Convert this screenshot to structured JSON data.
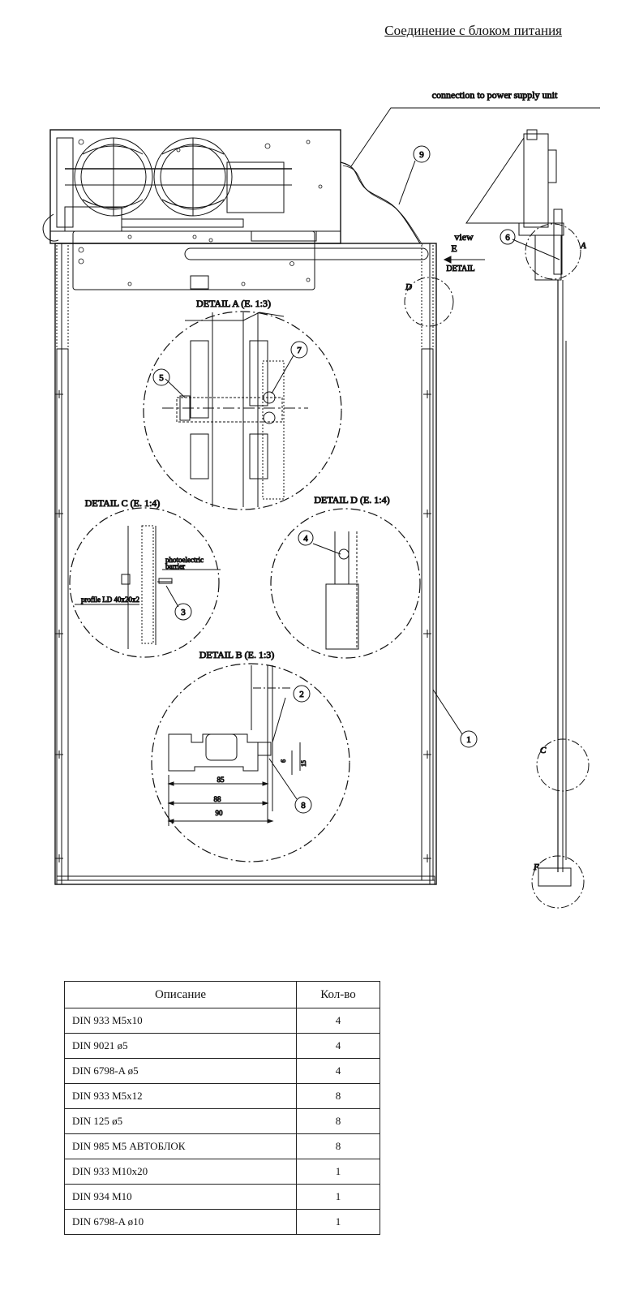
{
  "heading": "Соединение с блоком питания",
  "callout_power": "connection to power supply unit",
  "view": {
    "line1": "view",
    "line2": "E",
    "line3": "DETAIL"
  },
  "details": {
    "a": "DETAIL A (E. 1:3)",
    "b": "DETAIL B (E. 1:3)",
    "c": "DETAIL C (E. 1:4)",
    "d": "DETAIL D (E. 1:4)"
  },
  "detail_letters": {
    "a": "A",
    "c": "C",
    "d": "D",
    "f": "F"
  },
  "notes": {
    "photo1": "photoelectric",
    "photo2": "barrier",
    "profile": "profile LD 40x20x2"
  },
  "dimensions": {
    "d85": "85",
    "d88": "88",
    "d90": "90",
    "d6": "6",
    "d15": "15"
  },
  "balloons": {
    "b1": "1",
    "b2": "2",
    "b3": "3",
    "b4": "4",
    "b5": "5",
    "b6": "6",
    "b7": "7",
    "b8": "8",
    "b9": "9"
  },
  "table": {
    "headers": [
      "Описание",
      "Кол-во"
    ],
    "rows": [
      [
        "DIN 933 M5x10",
        "4"
      ],
      [
        "DIN 9021 ø5",
        "4"
      ],
      [
        "DIN 6798-A ø5",
        "4"
      ],
      [
        "DIN 933 M5x12",
        "8"
      ],
      [
        "DIN 125 ø5",
        "8"
      ],
      [
        "DIN 985 M5 АВТОБЛОК",
        "8"
      ],
      [
        "DIN 933 M10x20",
        "1"
      ],
      [
        "DIN 934 M10",
        "1"
      ],
      [
        "DIN 6798-A ø10",
        "1"
      ]
    ]
  }
}
